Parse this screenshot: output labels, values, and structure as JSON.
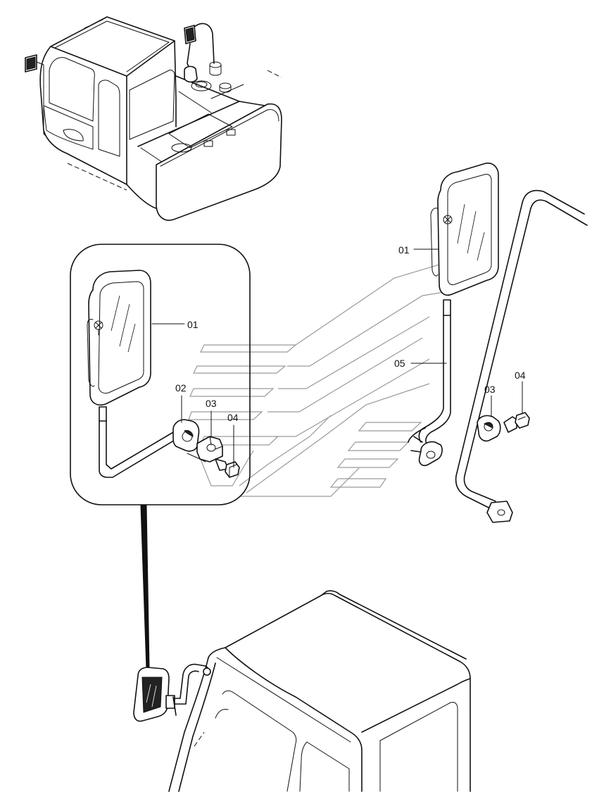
{
  "callouts": {
    "detail_mirror": "01",
    "detail_bracket": "02",
    "detail_clamp": "03",
    "detail_bolt": "04",
    "right_mirror": "01",
    "right_stay": "05",
    "right_clamp": "03",
    "right_bolt": "04"
  }
}
